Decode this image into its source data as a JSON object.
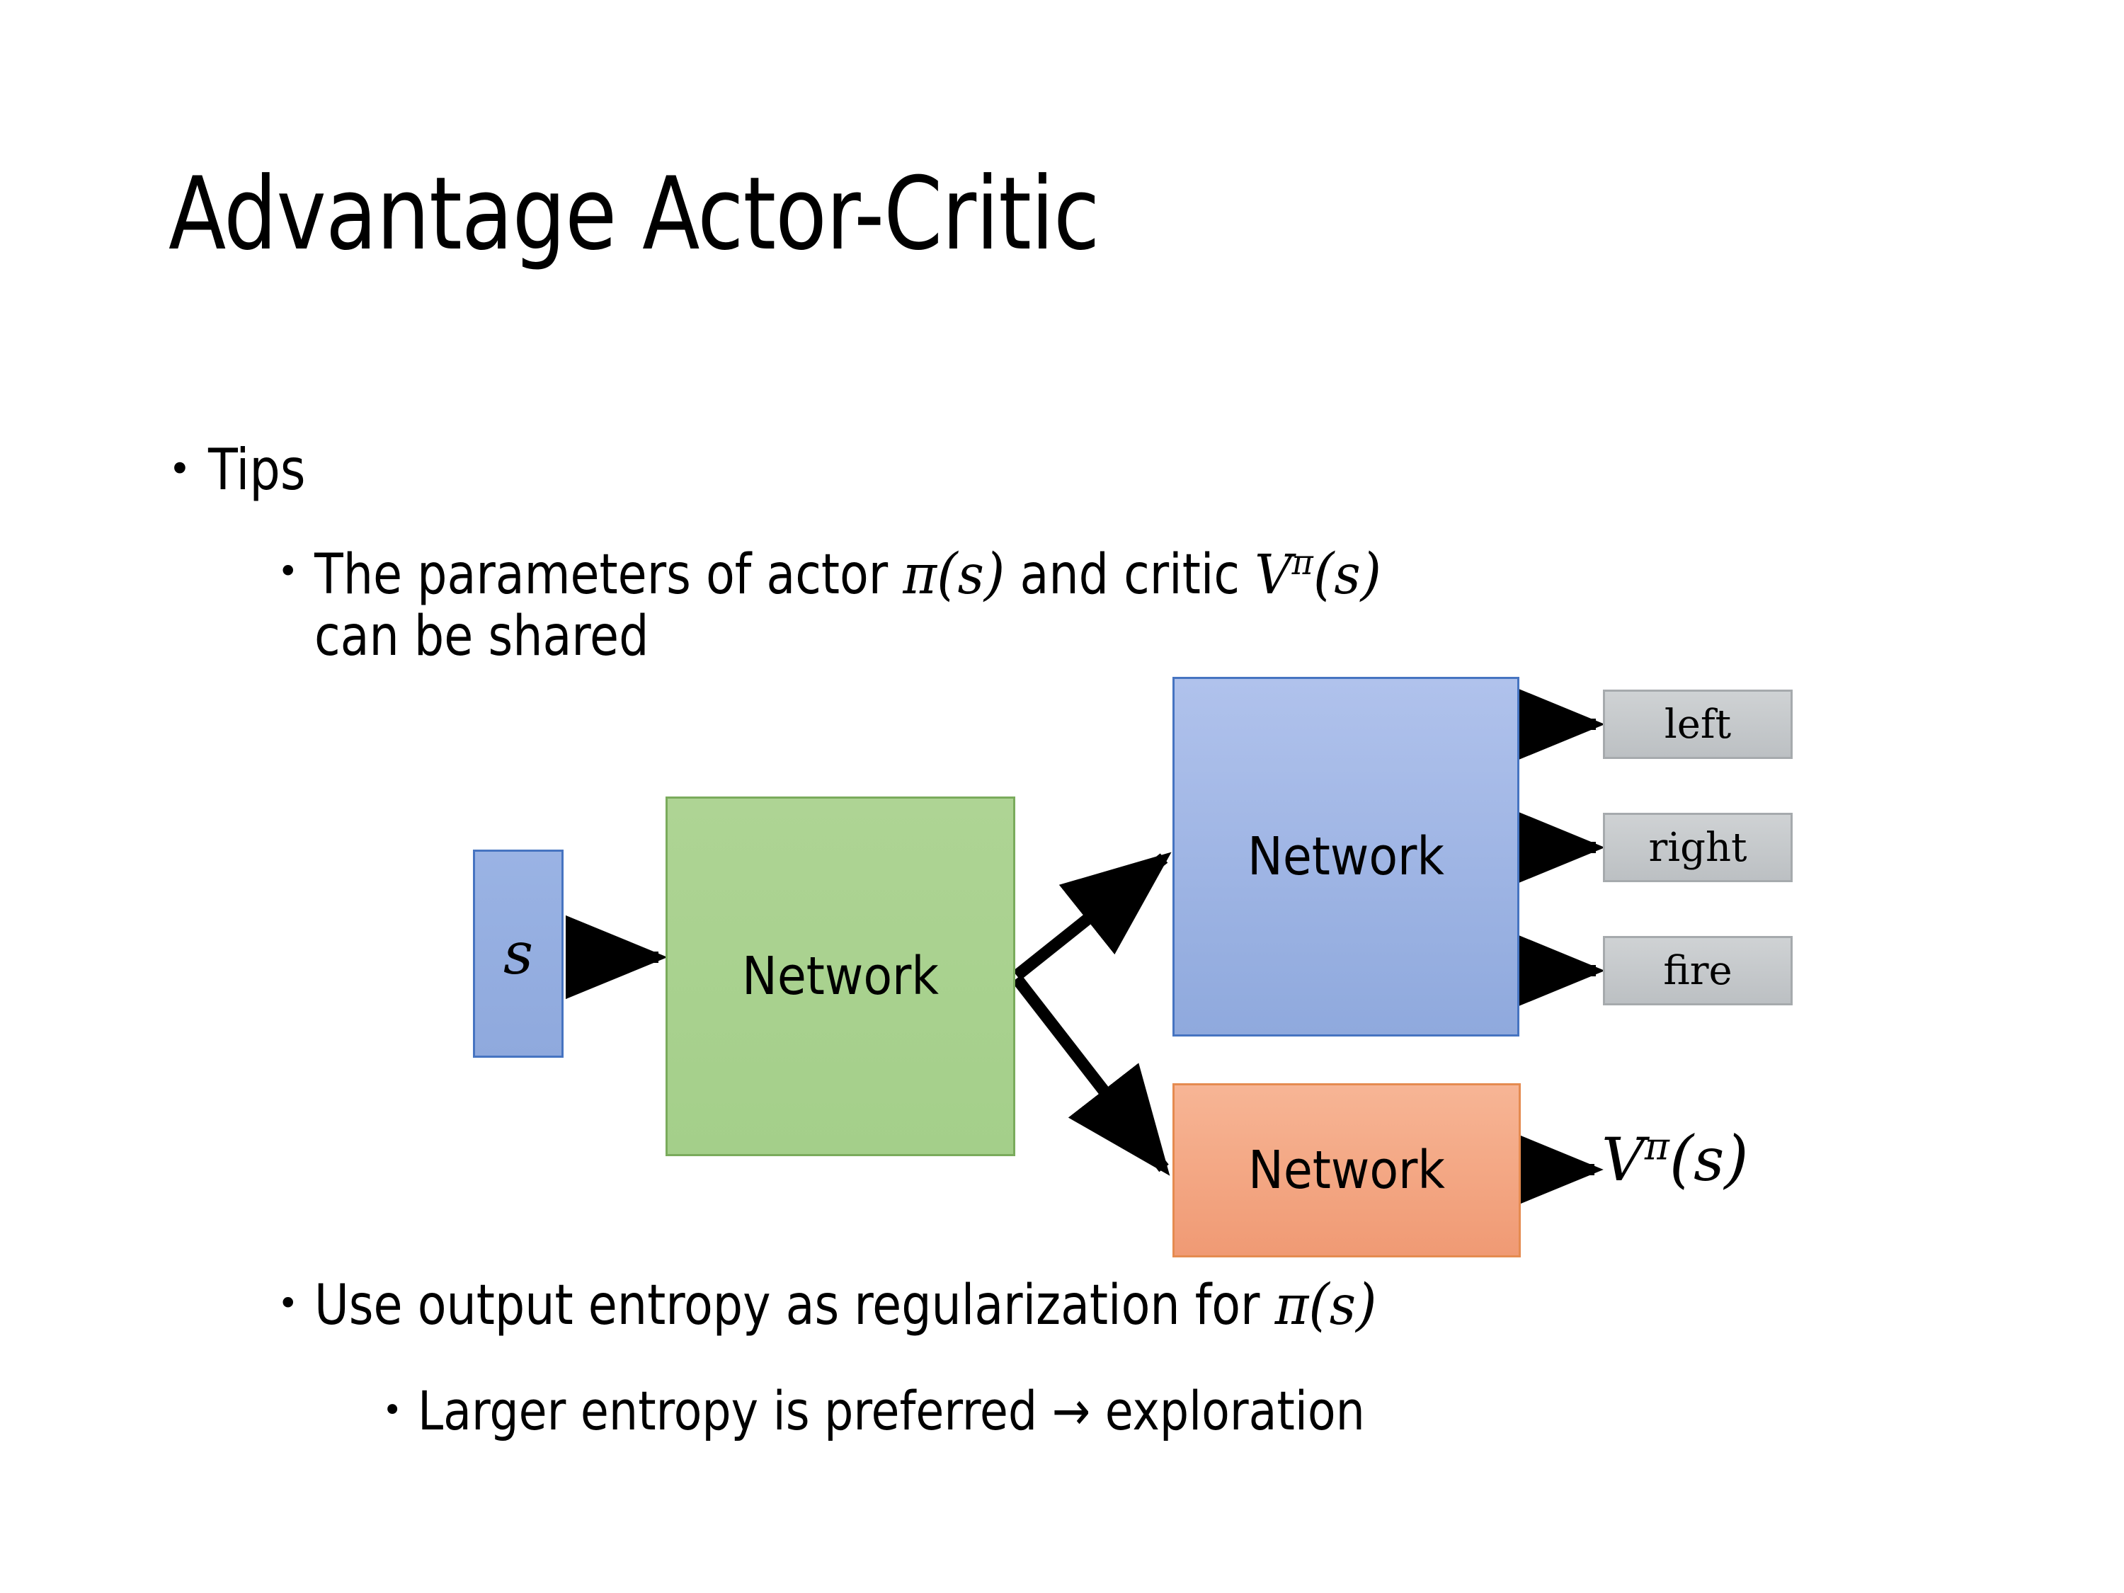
{
  "slide": {
    "title": "Advantage Actor-Critic",
    "background_color": "#ffffff"
  },
  "bullets": {
    "tips": {
      "marker": "•",
      "text": "Tips"
    },
    "parameters": {
      "marker": "•",
      "text_part1": "The parameters of actor ",
      "math1_pi": "π",
      "math1_open": "(",
      "math1_s": "s",
      "math1_close": ")",
      "text_part2": "  and critic ",
      "math2_V": "V",
      "math2_sup": "π",
      "math2_open": "(",
      "math2_s": "s",
      "math2_close": ")",
      "text_part3": "can be shared"
    },
    "entropy": {
      "marker": "•",
      "text_part1": "Use output entropy as regularization for ",
      "math_pi": "π",
      "math_open": "(",
      "math_s": "s",
      "math_close": ")"
    },
    "larger": {
      "marker": "•",
      "text": "Larger entropy is preferred → exploration"
    }
  },
  "diagram": {
    "input_box": {
      "label": "s",
      "fill": "#92abdf",
      "border": "#4674c1"
    },
    "shared_network": {
      "label": "Network",
      "fill": "#a9d18e",
      "border": "#7aab5c"
    },
    "actor_network": {
      "label": "Network",
      "fill": "#9cb4e5",
      "border": "#4674c1"
    },
    "critic_network": {
      "label": "Network",
      "fill": "#f4a582",
      "border": "#e58b50"
    },
    "action_boxes": [
      {
        "label": "left",
        "fill": "#c5c9cc",
        "border": "#a6aaad"
      },
      {
        "label": "right",
        "fill": "#c5c9cc",
        "border": "#a6aaad"
      },
      {
        "label": "fire",
        "fill": "#c5c9cc",
        "border": "#a6aaad"
      }
    ],
    "critic_output": {
      "V": "V",
      "superscript": "π",
      "open": "(",
      "s": "s",
      "close": ")"
    },
    "arrow_color": "#000000"
  }
}
